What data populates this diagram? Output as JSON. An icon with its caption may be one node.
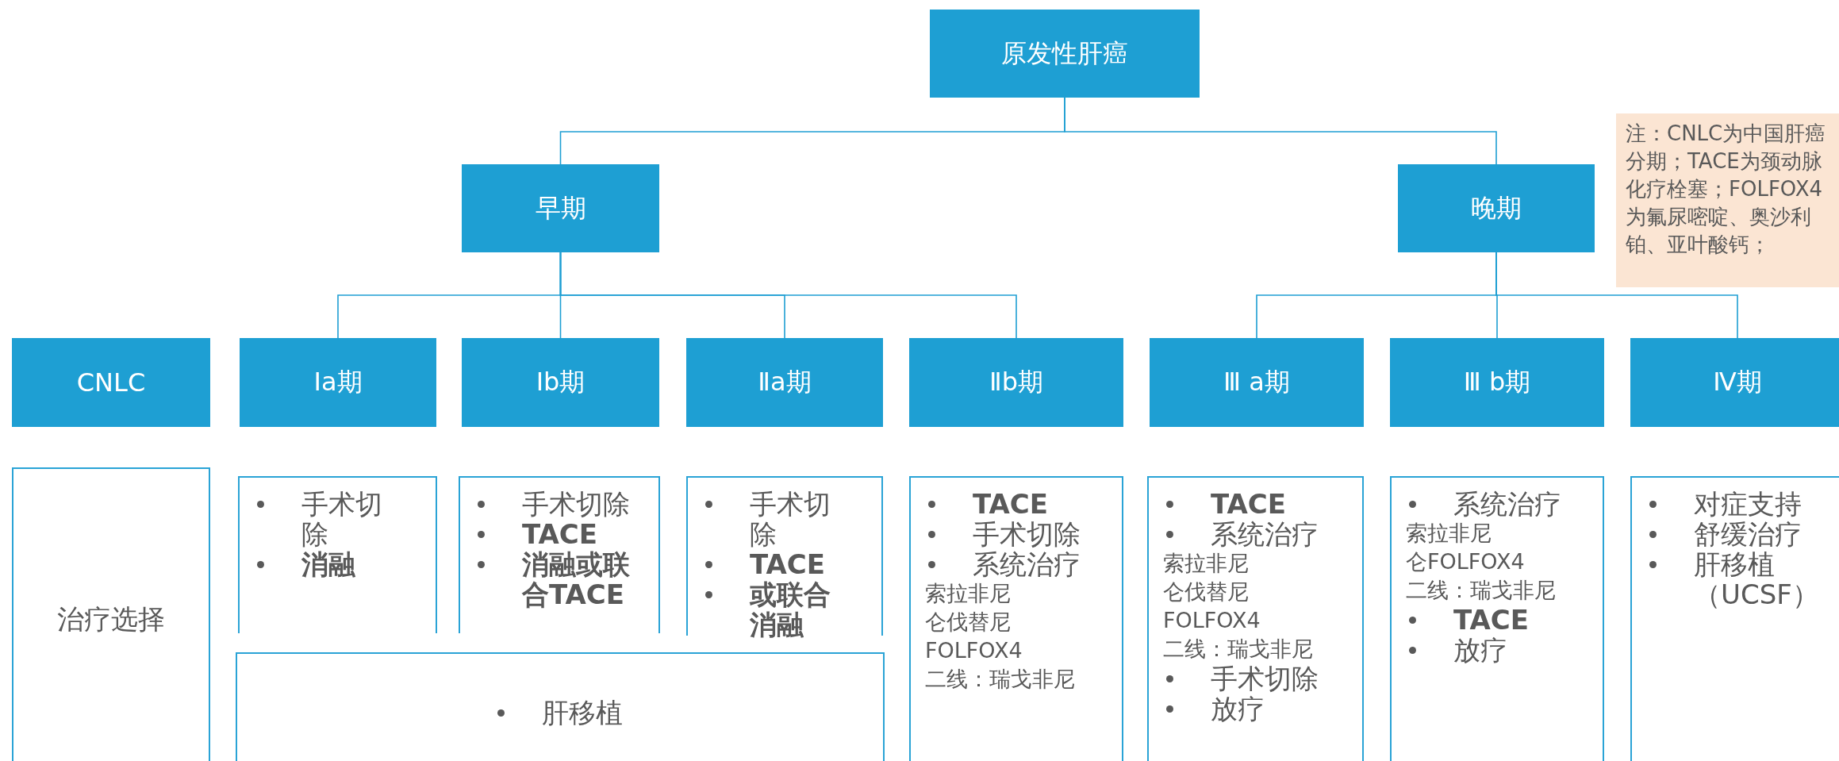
{
  "diagram": {
    "nodes": [
      {
        "text": [
          "原发性肝癌"
        ]
      },
      {
        "text": [
          "早期"
        ]
      },
      {
        "text": [
          "晚期"
        ]
      },
      {
        "text": [
          "注：CNLC为中国肝癌分期；TACE为颈动脉化疗栓塞；FOLFOX4为氟尿嘧啶、奥沙利铂、亚叶酸钙；"
        ]
      },
      {
        "text": [
          "CNLC"
        ]
      },
      {
        "text": [
          "Ⅰa期"
        ]
      },
      {
        "text": [
          "Ⅰb期"
        ]
      },
      {
        "text": [
          "Ⅱa期"
        ]
      },
      {
        "text": [
          "Ⅱb期"
        ]
      },
      {
        "text": [
          "Ⅲ a期"
        ]
      },
      {
        "text": [
          "Ⅲ b期"
        ]
      },
      {
        "text": [
          "Ⅳ期"
        ]
      },
      {
        "text": [
          "治疗选择"
        ]
      },
      {
        "text": [
          "手术切除",
          "消融"
        ]
      },
      {
        "text": [
          "手术切除",
          "TACE",
          "消融或联合TACE"
        ]
      },
      {
        "text": [
          "手术切除",
          "TACE",
          "或联合消融"
        ]
      },
      {
        "text": [
          "肝移植"
        ]
      },
      {
        "text": [
          "TACE",
          "手术切除",
          "系统治疗",
          "索拉非尼",
          "仑伐替尼",
          "FOLFOX4",
          "二线：瑞戈非尼"
        ]
      },
      {
        "text": [
          "TACE",
          "系统治疗",
          "索拉非尼",
          "仑伐替尼",
          "FOLFOX4",
          "二线：瑞戈非尼",
          "手术切除",
          "放疗"
        ]
      },
      {
        "text": [
          "系统治疗",
          "索拉非尼",
          "仑FOLFOX4",
          "二线：瑞戈非尼",
          "TACE",
          "放疗"
        ]
      },
      {
        "text": [
          "对症支持",
          "舒缓治疗",
          "肝移植（UCSF）"
        ]
      }
    ],
    "edges": [
      {
        "from": 0,
        "to": 1,
        "arrow": "none"
      },
      {
        "from": 0,
        "to": 2,
        "arrow": "none"
      },
      {
        "from": 1,
        "to": 5,
        "arrow": "none"
      },
      {
        "from": 1,
        "to": 6,
        "arrow": "none"
      },
      {
        "from": 1,
        "to": 7,
        "arrow": "none"
      },
      {
        "from": 1,
        "to": 8,
        "arrow": "none"
      },
      {
        "from": 2,
        "to": 9,
        "arrow": "none"
      },
      {
        "from": 2,
        "to": 10,
        "arrow": "none"
      },
      {
        "from": 2,
        "to": 11,
        "arrow": "none"
      }
    ]
  }
}
